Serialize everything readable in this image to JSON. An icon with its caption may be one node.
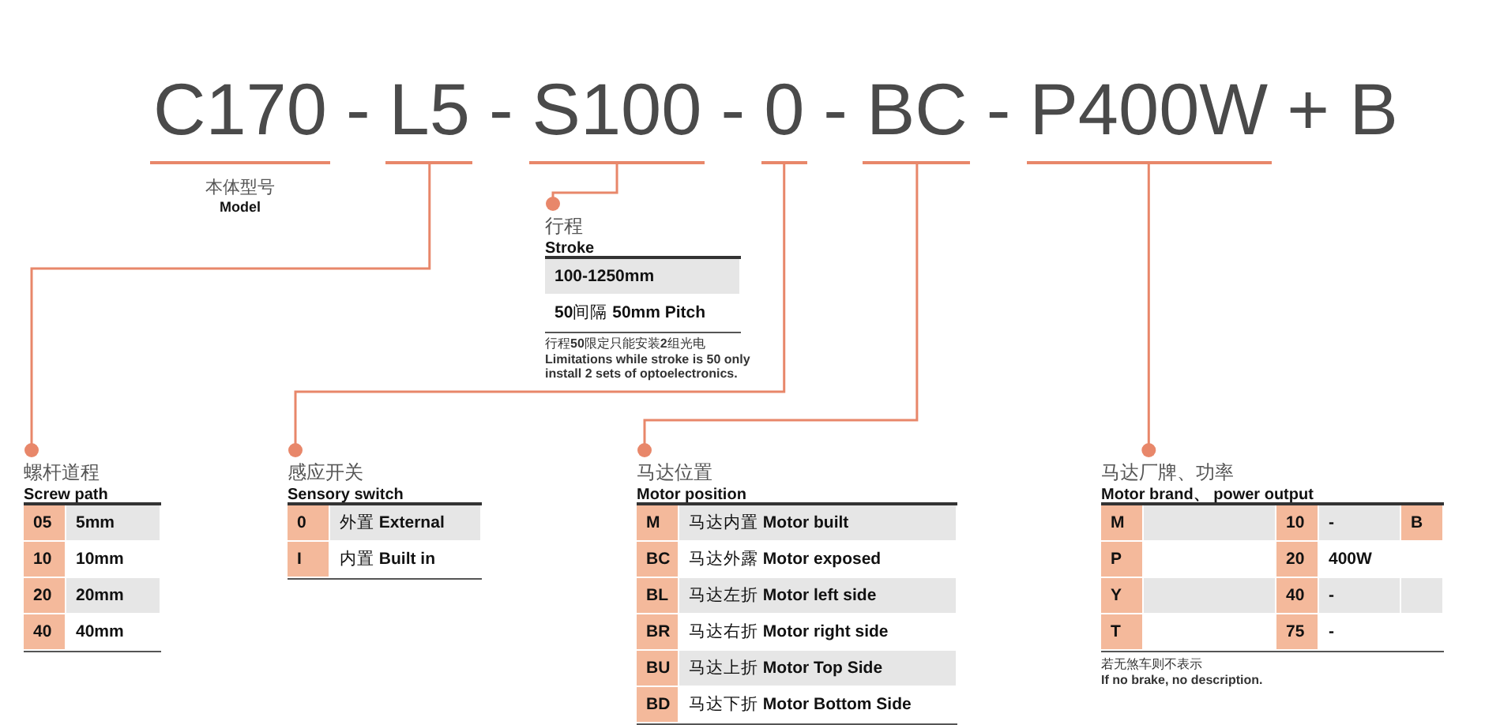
{
  "diagram": {
    "nodes": [
      {
        "text": [
          "C170"
        ],
        "beside": [
          "本体型号",
          "Model"
        ]
      },
      {
        "text": [
          "L5"
        ]
      },
      {
        "text": [
          "S100"
        ]
      },
      {
        "text": [
          "0"
        ]
      },
      {
        "text": [
          "BC"
        ]
      },
      {
        "text": [
          "P400W"
        ]
      },
      {
        "text": [
          "螺杆道程",
          "Screw path"
        ]
      },
      {
        "text": [
          "行程",
          "Stroke"
        ]
      },
      {
        "text": [
          "感应开关",
          "Sensory switch"
        ]
      },
      {
        "text": [
          "马达位置",
          "Motor position"
        ]
      },
      {
        "text": [
          "马达厂牌、功率",
          "Motor brand、 power output"
        ]
      }
    ],
    "edges": [
      {
        "from": 1,
        "to": 6,
        "arrow": "other"
      },
      {
        "from": 2,
        "to": 7,
        "arrow": "other"
      },
      {
        "from": 3,
        "to": 8,
        "arrow": "other"
      },
      {
        "from": 4,
        "to": 9,
        "arrow": "other"
      },
      {
        "from": 5,
        "to": 10,
        "arrow": "other"
      }
    ],
    "labels": [
      "-",
      "-",
      "-",
      "-",
      "-",
      "+ B",
      "05",
      "5mm",
      "10",
      "10mm",
      "20",
      "20mm",
      "40",
      "40mm",
      "100-1250mm",
      "**50**间隔 **50mm Pitch**",
      "行程**50**限定只能安装**2**组光电",
      "Limitations while stroke is 50 only install 2 sets of optoelectronics.",
      "0",
      "外置 **External**",
      "I",
      "内置 **Built in**",
      "M",
      "马达内置 **Motor built**",
      "BC",
      "马达外露 **Motor exposed**",
      "BL",
      "马达左折 **Motor left side**",
      "BR",
      "马达右折 **Motor right side**",
      "BU",
      "马达上折 **Motor Top Side**",
      "BD",
      "马达下折 **Motor Bottom Side**",
      "M",
      "10",
      "-",
      "B",
      "P",
      "20",
      "400W",
      "Y",
      "40",
      "-",
      "T",
      "75",
      "-",
      "若无煞车则不表示",
      "If no brake, no description."
    ]
  }
}
